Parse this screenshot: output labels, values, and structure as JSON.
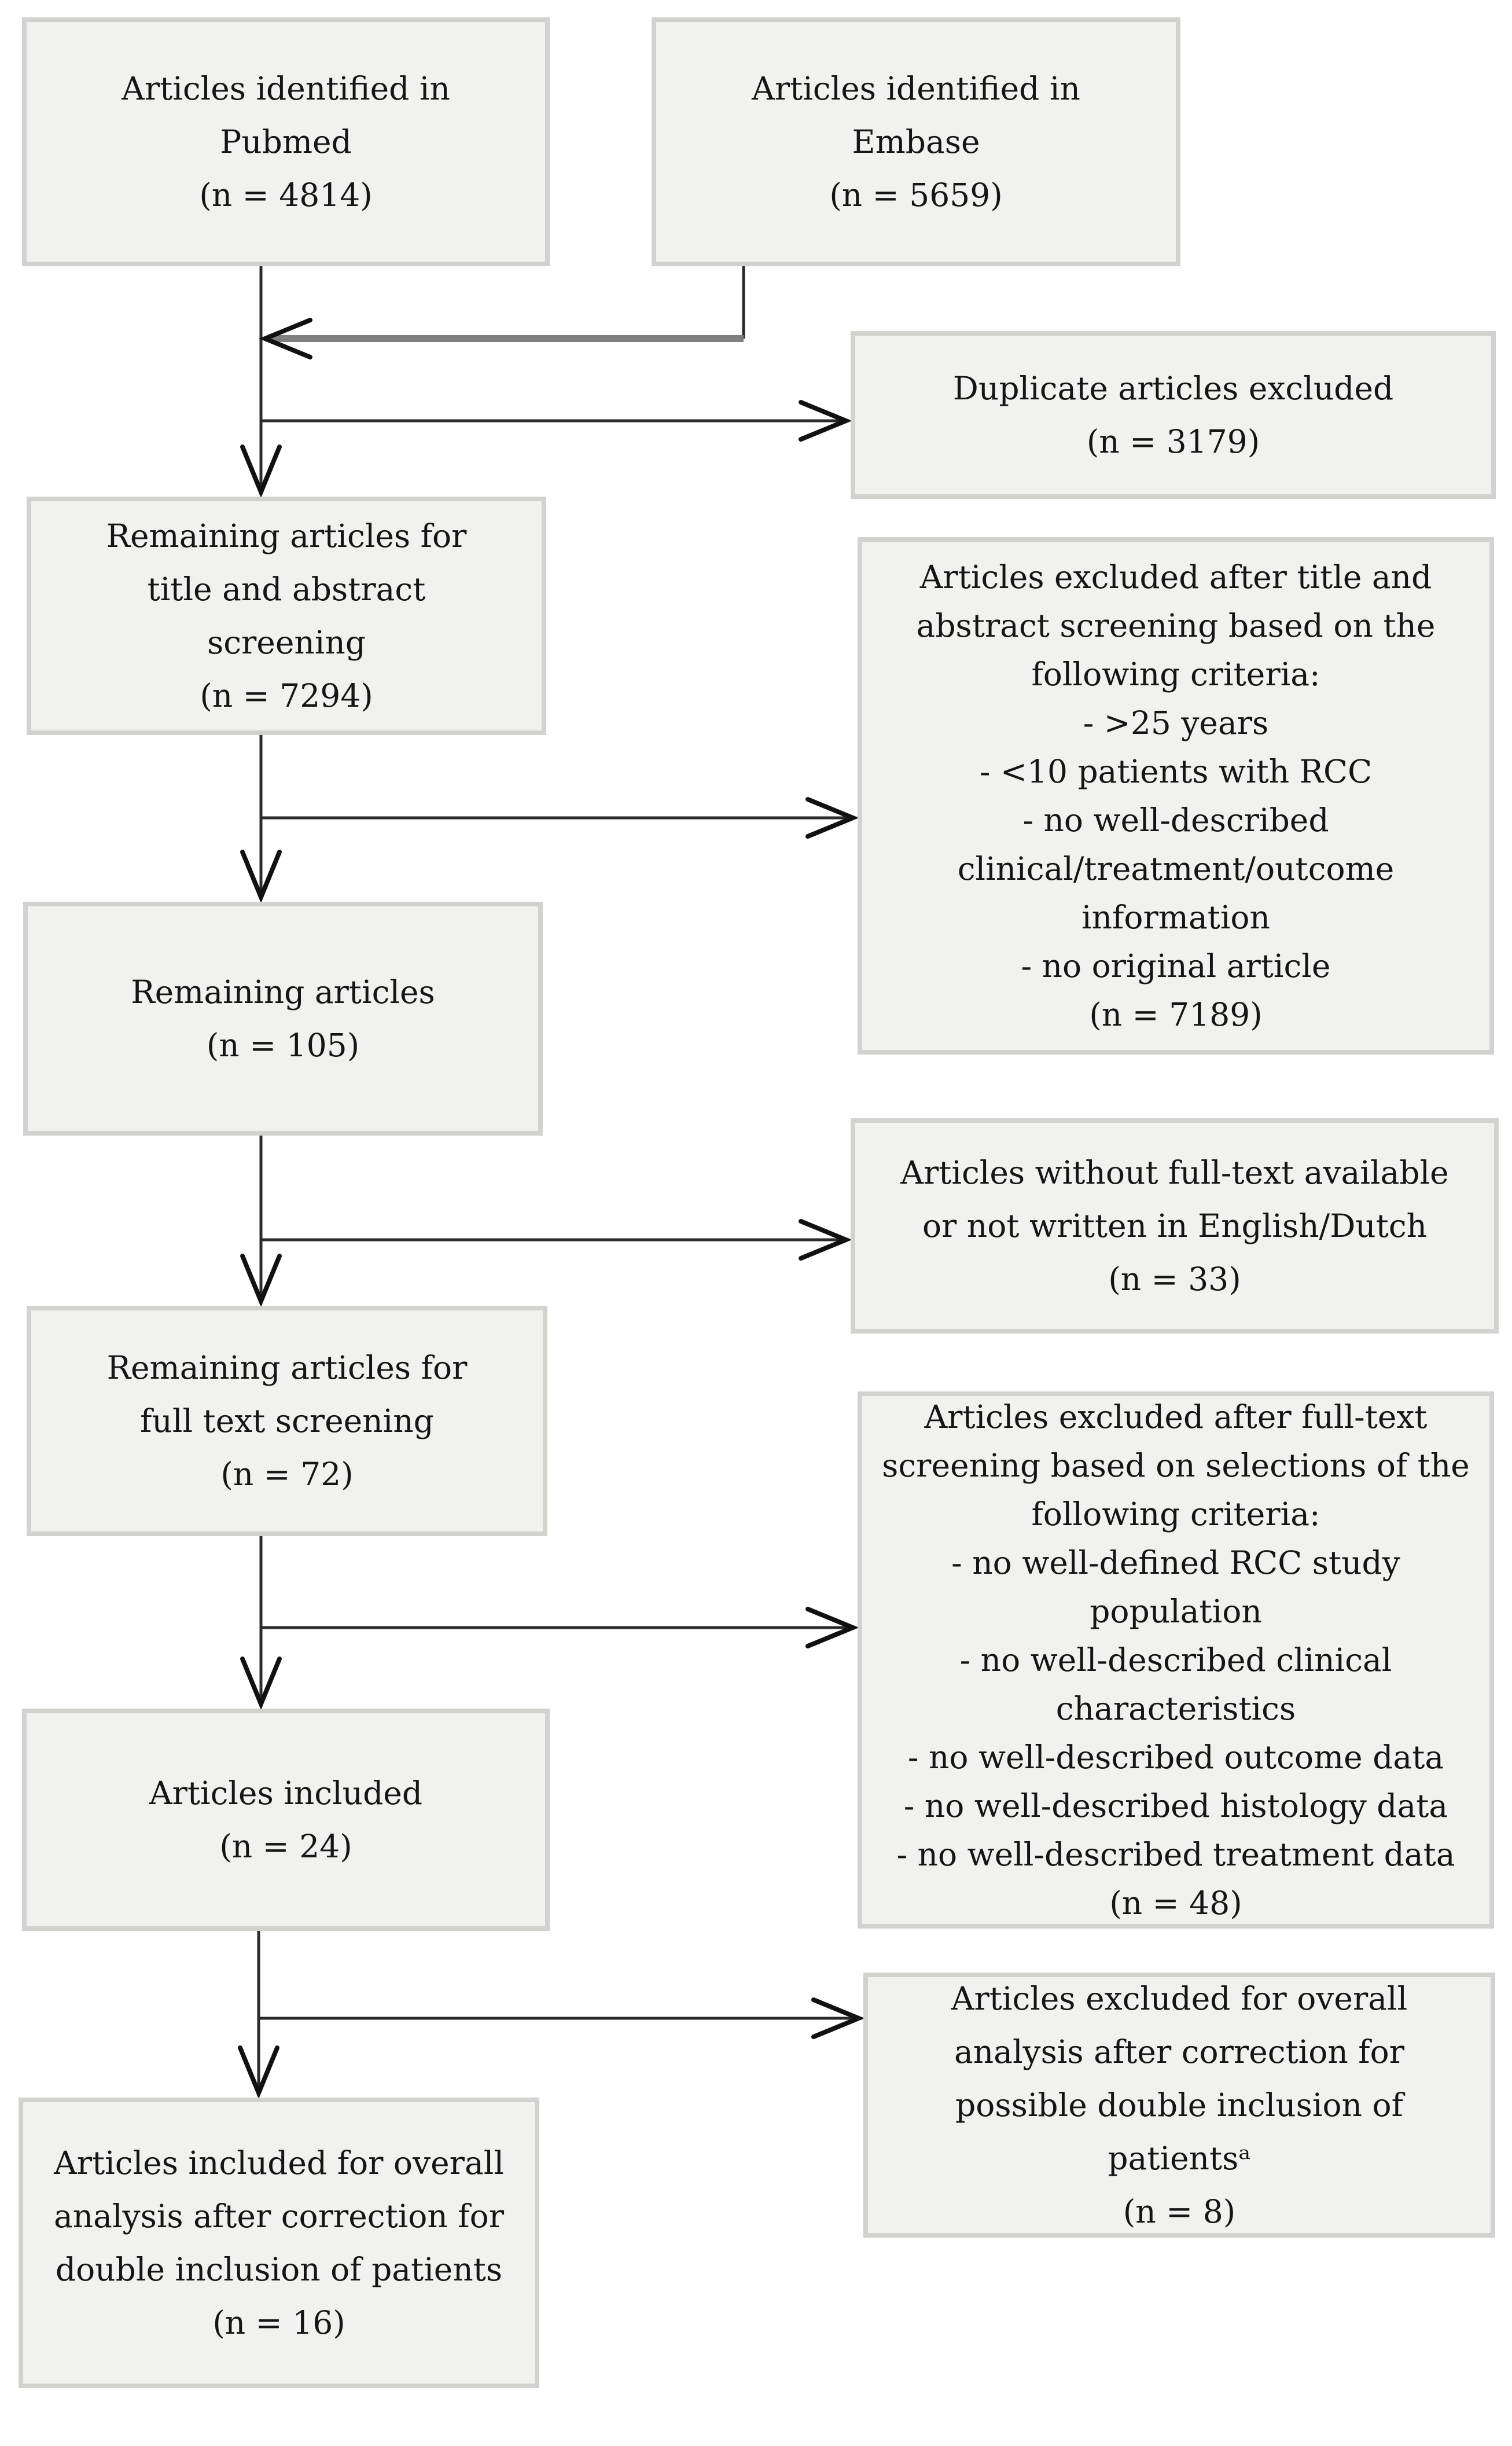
{
  "colors": {
    "background": "#ffffff",
    "box_fill": "#f1f1ef",
    "box_border": "#d2d2cf",
    "text": "#151515",
    "line": "#2b2b2b",
    "join_line": "#808080"
  },
  "boxes": {
    "pubmed": {
      "n": 4814,
      "lines": [
        "Articles identified in",
        "Pubmed",
        "(n = 4814)"
      ]
    },
    "embase": {
      "n": 5659,
      "lines": [
        "Articles identified in",
        "Embase",
        "(n = 5659)"
      ]
    },
    "duplicates_excluded": {
      "n": 3179,
      "lines": [
        "Duplicate articles excluded",
        "(n = 3179)"
      ]
    },
    "title_abstract_screening": {
      "n": 7294,
      "lines": [
        "Remaining articles for",
        "title and abstract",
        "screening",
        "(n = 7294)"
      ]
    },
    "excluded_title_abstract": {
      "n": 7189,
      "lines": [
        "Articles excluded after title and",
        "abstract screening based on the",
        "following criteria:",
        "- >25 years",
        "- <10 patients with RCC",
        "- no well-described",
        "clinical/treatment/outcome",
        "information",
        "- no original article",
        "(n = 7189)"
      ]
    },
    "remaining_articles": {
      "n": 105,
      "lines": [
        "Remaining articles",
        "(n = 105)"
      ]
    },
    "no_fulltext": {
      "n": 33,
      "lines": [
        "Articles without full-text available",
        "or not written in English/Dutch",
        "(n = 33)"
      ]
    },
    "fulltext_screening": {
      "n": 72,
      "lines": [
        "Remaining articles for",
        "full text screening",
        "(n = 72)"
      ]
    },
    "excluded_fulltext": {
      "n": 48,
      "lines": [
        "Articles excluded after full-text",
        "screening based on selections of the",
        "following criteria:",
        "- no well-defined RCC study",
        "population",
        "- no well-described clinical",
        "characteristics",
        "- no well-described outcome data",
        "- no well-described histology data",
        "- no well-described treatment data",
        "(n = 48)"
      ]
    },
    "articles_included": {
      "n": 24,
      "lines": [
        "Articles included",
        "(n = 24)"
      ]
    },
    "excluded_double_inclusion": {
      "n": 8,
      "lines": [
        "Articles excluded for overall",
        "analysis after correction for",
        "possible double inclusion of",
        "patientsᵃ",
        "(n = 8)"
      ]
    },
    "included_after_correction": {
      "n": 16,
      "lines": [
        "Articles included for overall",
        "analysis after correction for",
        "double inclusion of patients",
        "(n = 16)"
      ]
    }
  }
}
